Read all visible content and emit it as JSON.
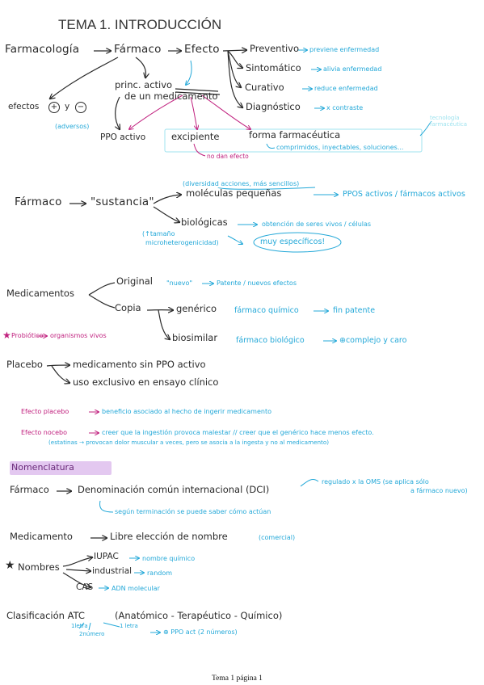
{
  "title": "TEMA 1. INTRODUCCIÓN",
  "s1": {
    "farmacologia": "Farmacología",
    "farmaco": "Fármaco",
    "efecto": "Efecto",
    "princ_activo_1": "princ. activo",
    "princ_activo_2": "de un medicamento",
    "efectos": "efectos",
    "plus": "+",
    "y": "y",
    "minus": "−",
    "adversos": "(adversos)",
    "ppo_activo": "PPO activo",
    "excipiente": "excipiente",
    "no_dan_efecto": "no dan efecto",
    "forma": "forma farmacéutica",
    "forma_ej": "comprimidos, inyectables, soluciones...",
    "tecnologia": "tecnología farmacéutica",
    "effects": [
      {
        "name": "Preventivo",
        "desc": "previene enfermedad"
      },
      {
        "name": "Sintomático",
        "desc": "alivia enfermedad"
      },
      {
        "name": "Curativo",
        "desc": "reduce enfermedad"
      },
      {
        "name": "Diagnóstico",
        "desc": "x contraste"
      }
    ]
  },
  "s2": {
    "farmaco": "Fármaco",
    "sustancia": "\"sustancia\"",
    "note_top": "(diversidad acciones, más sencillos)",
    "moleculas": "moléculas pequeñas",
    "moleculas_desc": "PPOS activos / fármacos activos",
    "biologicas": "biológicas",
    "biologicas_desc": "obtención de seres vivos / células",
    "tam_1": "(↑tamaño",
    "tam_2": "microheterogenicidad)",
    "muy": "muy específicos!"
  },
  "s3": {
    "medicamentos": "Medicamentos",
    "original": "Original",
    "nuevo": "\"nuevo\"",
    "original_desc": "Patente / nuevos efectos",
    "copia": "Copia",
    "generico": "genérico",
    "generico_desc": "fármaco químico",
    "generico_res": "fin patente",
    "biosimilar": "biosimilar",
    "biosimilar_desc": "fármaco biológico",
    "biosimilar_res": "⊕complejo y caro",
    "probiotico": "Probiótico",
    "probiotico_desc": "organismos vivos"
  },
  "s4": {
    "placebo": "Placebo",
    "linea1": "medicamento sin PPO activo",
    "linea2": "uso exclusivo en ensayo clínico",
    "ep_label": "Efecto placebo",
    "ep_desc": "beneficio asociado al hecho de ingerir medicamento",
    "en_label": "Efecto nocebo",
    "en_desc": "creer que la ingestión provoca malestar // creer que el genérico hace menos efecto.",
    "en_note": "(estatinas → provocan dolor muscular a veces, pero se asocia a la ingesta y no al medicamento)"
  },
  "s5": {
    "heading": "Nomenclatura",
    "farmaco": "Fármaco",
    "dci": "Denominación común internacional (DCI)",
    "dci_note_1": "regulado x la OMS (se aplica sólo",
    "dci_note_2": "a fármaco nuevo)",
    "dci_note_3": "según terminación se puede saber cómo actúan",
    "medicamento": "Medicamento",
    "libre": "Libre elección de nombre",
    "comercial": "(comercial)",
    "nombres": "Nombres",
    "names": [
      {
        "name": "IUPAC",
        "desc": "nombre químico"
      },
      {
        "name": "industrial",
        "desc": "random"
      },
      {
        "name": "CAS",
        "desc": "ADN molecular"
      }
    ],
    "atc_label": "Clasificación ATC",
    "atc_expl": "(Anatómico - Terapéutico - Químico)",
    "letra": "1letra",
    "numero": "2número",
    "letra2": "1 letra",
    "ppo": "⊕ PPO act (2 números)"
  },
  "footer": "Tema 1 página 1",
  "colors": {
    "ink": "#2a2a2a",
    "blue": "#23a8d8",
    "pink": "#c0207e",
    "purple": "#6a2a7a",
    "highlight": "#e3c8f0",
    "box": "#9fe3ef"
  }
}
